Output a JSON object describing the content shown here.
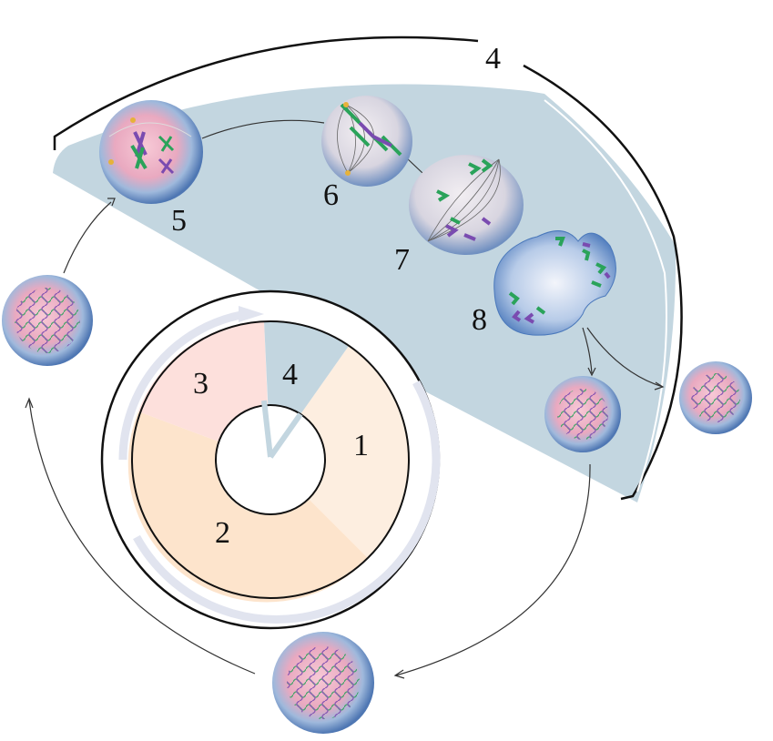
{
  "labels": {
    "phase_1": "1",
    "phase_2": "2",
    "phase_3": "3",
    "phase_4_inner": "4",
    "phase_4_outer": "4",
    "stage_5": "5",
    "stage_6": "6",
    "stage_7": "7",
    "stage_8": "8"
  },
  "colors": {
    "m_phase_blue": "#c3d6e0",
    "phase_1": "#fdeee0",
    "phase_2": "#fde4cc",
    "phase_3": "#fde0dc",
    "arrow_lavender": "#e1e4ef",
    "chrom_green": "#2aa35a",
    "chrom_purple": "#7a4bb0"
  }
}
